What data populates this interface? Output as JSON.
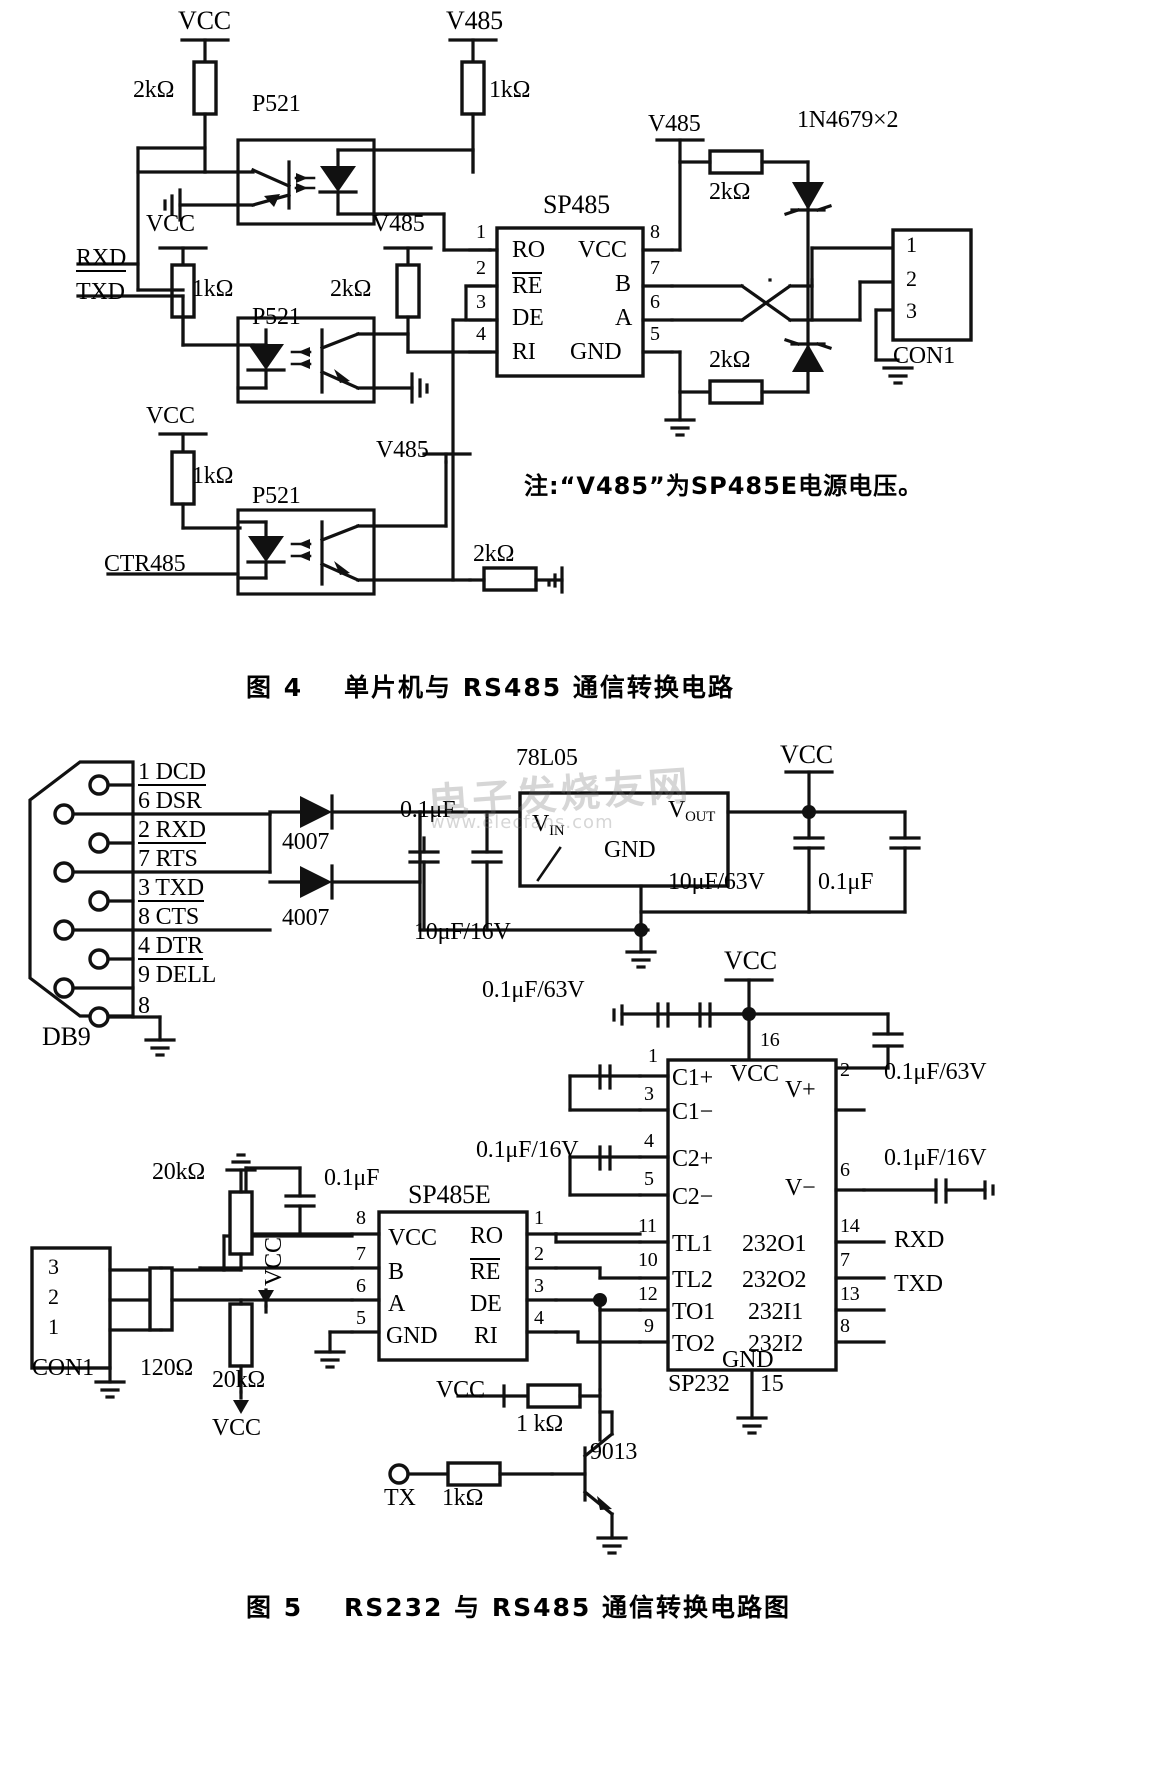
{
  "document": {
    "type": "electronic-schematic-figures",
    "language": "zh-CN",
    "watermark_title": "电子发烧友网",
    "watermark_url": "www.elecfans.com"
  },
  "figure4": {
    "caption_number": "图 4",
    "caption_text": "单片机与 RS485 通信转换电路",
    "note": "注:“V485”为SP485E电源电压。",
    "signals": {
      "rxd": "RXD",
      "txd": "TXD",
      "ctr485": "CTR485"
    },
    "power_rails": {
      "vcc": "VCC",
      "v485": "V485"
    },
    "optocouplers": [
      {
        "ref": "P521",
        "name": "optocoupler-top"
      },
      {
        "ref": "P521",
        "name": "optocoupler-middle"
      },
      {
        "ref": "P521",
        "name": "optocoupler-bottom"
      }
    ],
    "resistors": [
      {
        "value": "2kΩ",
        "rail": "VCC",
        "position": "top-left"
      },
      {
        "value": "1kΩ",
        "rail": "V485",
        "position": "top-right"
      },
      {
        "value": "1kΩ",
        "rail": "VCC",
        "position": "mid-left"
      },
      {
        "value": "2kΩ",
        "rail": "V485",
        "position": "mid-right"
      },
      {
        "value": "1kΩ",
        "rail": "VCC",
        "position": "lower-left"
      },
      {
        "value": "2kΩ",
        "rail": "none",
        "position": "ctr485-pulldown"
      },
      {
        "value": "2kΩ",
        "rail": "V485",
        "position": "bus-pullup"
      },
      {
        "value": "2kΩ",
        "rail": "GND",
        "position": "bus-pulldown"
      }
    ],
    "ic": {
      "ref": "SP485",
      "pins_left": [
        {
          "num": "1",
          "label": "RO",
          "overline": false
        },
        {
          "num": "2",
          "label": "RE",
          "overline": true
        },
        {
          "num": "3",
          "label": "DE",
          "overline": false
        },
        {
          "num": "4",
          "label": "RI",
          "overline": false
        }
      ],
      "pins_right": [
        {
          "num": "8",
          "label": "VCC"
        },
        {
          "num": "7",
          "label": "B"
        },
        {
          "num": "6",
          "label": "A"
        },
        {
          "num": "5",
          "label": "GND"
        }
      ]
    },
    "diodes": {
      "ref": "1N4679×2"
    },
    "connector": {
      "ref": "CON1",
      "pins": [
        "1",
        "2",
        "3"
      ]
    }
  },
  "figure5": {
    "caption_number": "图 5",
    "caption_text": "RS232 与 RS485 通信转换电路图",
    "db9": {
      "ref": "DB9",
      "pins": [
        {
          "num": "1",
          "label": "DCD"
        },
        {
          "num": "6",
          "label": "DSR"
        },
        {
          "num": "2",
          "label": "RXD"
        },
        {
          "num": "7",
          "label": "RTS"
        },
        {
          "num": "3",
          "label": "TXD"
        },
        {
          "num": "8",
          "label": "CTS"
        },
        {
          "num": "4",
          "label": "DTR"
        },
        {
          "num": "9",
          "label": "DELL"
        },
        {
          "num": "8",
          "label": ""
        }
      ]
    },
    "rectifier_diodes": [
      {
        "ref": "4007",
        "position": "upper"
      },
      {
        "ref": "4007",
        "position": "lower"
      }
    ],
    "regulator": {
      "ref": "78L05",
      "pin_in": "V",
      "pin_in_sub": "IN",
      "pin_out": "V",
      "pin_out_sub": "OUT",
      "pin_gnd": "GND"
    },
    "power_caps": [
      {
        "value": "0.1μF",
        "position": "input-top"
      },
      {
        "value": "10μF/16V",
        "position": "input-bottom"
      },
      {
        "value": "10μF/63V",
        "position": "output-1"
      },
      {
        "value": "0.1μF",
        "position": "output-2"
      }
    ],
    "rails": {
      "vcc": "VCC"
    },
    "sp232": {
      "ref": "SP232",
      "pins_left": [
        {
          "num": "16",
          "label": "VCC"
        },
        {
          "num": "1",
          "label": "C1+"
        },
        {
          "num": "3",
          "label": "C1−"
        },
        {
          "num": "4",
          "label": "C2+"
        },
        {
          "num": "5",
          "label": "C2−"
        },
        {
          "num": "11",
          "label": "TL1"
        },
        {
          "num": "10",
          "label": "TL2"
        },
        {
          "num": "12",
          "label": "TO1"
        },
        {
          "num": "9",
          "label": "TO2"
        }
      ],
      "pins_right": [
        {
          "num": "2",
          "label": "V+"
        },
        {
          "num": "6",
          "label": "V−"
        },
        {
          "num": "14",
          "label": "232O1"
        },
        {
          "num": "7",
          "label": "232O2"
        },
        {
          "num": "13",
          "label": "232I1"
        },
        {
          "num": "8",
          "label": "232I2"
        }
      ],
      "pin_gnd": {
        "num": "15",
        "label": "GND"
      },
      "charge_pump_caps": [
        {
          "value": "0.1μF/63V",
          "position": "vcc-bypass"
        },
        {
          "value": "0.1μF/63V",
          "position": "v-plus"
        },
        {
          "value": "0.1μF/16V",
          "position": "v-minus"
        },
        {
          "value": "0.1μF/16V",
          "position": "c2"
        }
      ],
      "external_signals": [
        {
          "label": "RXD",
          "pin": "14"
        },
        {
          "label": "TXD",
          "pin": "13"
        }
      ]
    },
    "sp485e": {
      "ref": "SP485E",
      "pins_left": [
        {
          "num": "8",
          "label": "VCC"
        },
        {
          "num": "7",
          "label": "B"
        },
        {
          "num": "6",
          "label": "A"
        },
        {
          "num": "5",
          "label": "GND"
        }
      ],
      "pins_right": [
        {
          "num": "1",
          "label": "RO",
          "overline": false
        },
        {
          "num": "2",
          "label": "RE",
          "overline": true
        },
        {
          "num": "3",
          "label": "DE",
          "overline": false
        },
        {
          "num": "4",
          "label": "RI",
          "overline": false
        }
      ],
      "decoupling_cap": "0.1μF",
      "vcc_label": "VCC"
    },
    "bus_side": {
      "connector": {
        "ref": "CON1",
        "pins": [
          "3",
          "2",
          "1"
        ]
      },
      "terminator": "120Ω",
      "bias_resistors": [
        {
          "value": "20kΩ",
          "rail": "GND"
        },
        {
          "value": "20kΩ",
          "rail": "VCC"
        }
      ],
      "vcc_label": "VCC"
    },
    "driver": {
      "transistor": "9013",
      "base_resistor": "1kΩ",
      "collector_resistor": "1 kΩ",
      "input_label": "TX",
      "vcc_label": "VCC"
    }
  }
}
